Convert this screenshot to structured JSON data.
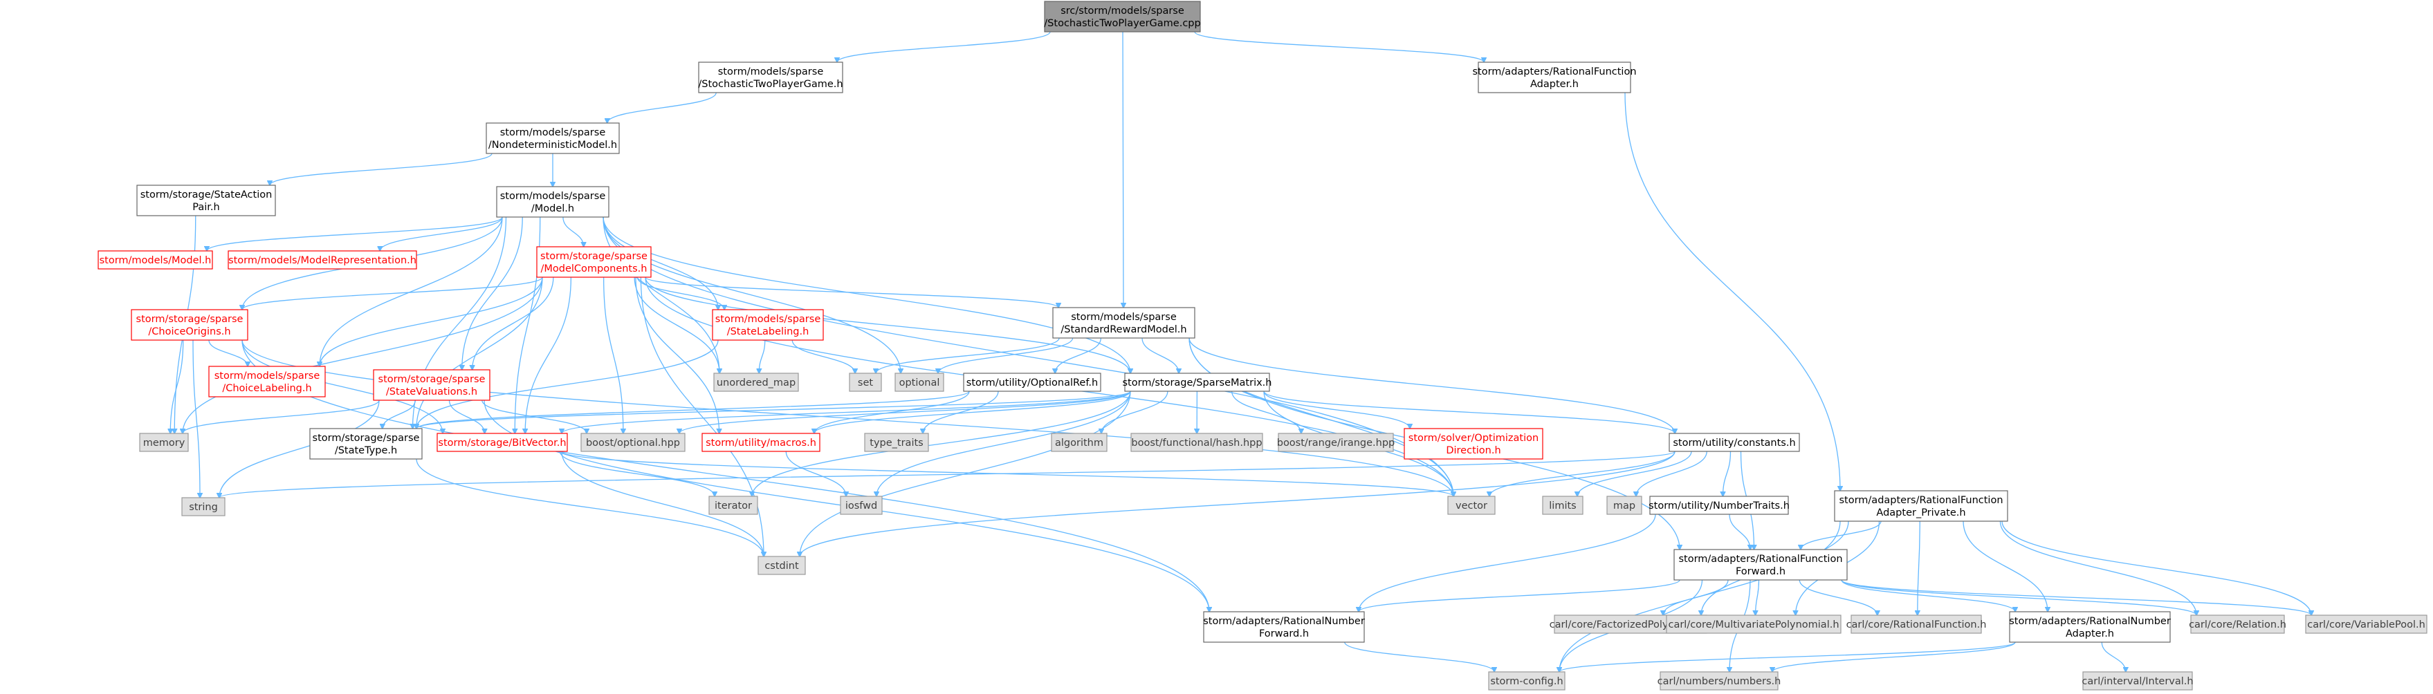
{
  "colors": {
    "edge": "#63b8ff",
    "root_fill": "#999999",
    "system_fill": "#e0e0e0",
    "missing_border": "#ff0000"
  },
  "nodes": [
    {
      "id": "root",
      "kind": "root",
      "lines": [
        "src/storm/models/sparse",
        "/StochasticTwoPlayerGame.cpp"
      ]
    },
    {
      "id": "stpg_h",
      "kind": "normal",
      "lines": [
        "storm/models/sparse",
        "/StochasticTwoPlayerGame.h"
      ]
    },
    {
      "id": "rf_adapter",
      "kind": "normal",
      "lines": [
        "storm/adapters/RationalFunction",
        "Adapter.h"
      ]
    },
    {
      "id": "nondet",
      "kind": "normal",
      "lines": [
        "storm/models/sparse",
        "/NondeterministicModel.h"
      ]
    },
    {
      "id": "state_action",
      "kind": "normal",
      "lines": [
        "storm/storage/StateAction",
        "Pair.h"
      ]
    },
    {
      "id": "model_h",
      "kind": "normal",
      "lines": [
        "storm/models/sparse",
        "/Model.h"
      ]
    },
    {
      "id": "models_model",
      "kind": "red",
      "lines": [
        "storm/models/Model.h"
      ]
    },
    {
      "id": "model_rep",
      "kind": "red",
      "lines": [
        "storm/models/ModelRepresentation.h"
      ]
    },
    {
      "id": "model_comp",
      "kind": "red",
      "lines": [
        "storm/storage/sparse",
        "/ModelComponents.h"
      ]
    },
    {
      "id": "choice_origins",
      "kind": "red",
      "lines": [
        "storm/storage/sparse",
        "/ChoiceOrigins.h"
      ]
    },
    {
      "id": "choice_label",
      "kind": "red",
      "lines": [
        "storm/models/sparse",
        "/ChoiceLabeling.h"
      ]
    },
    {
      "id": "state_labeling",
      "kind": "red",
      "lines": [
        "storm/models/sparse",
        "/StateLabeling.h"
      ]
    },
    {
      "id": "state_val",
      "kind": "red",
      "lines": [
        "storm/storage/sparse",
        "/StateValuations.h"
      ]
    },
    {
      "id": "std_reward",
      "kind": "normal",
      "lines": [
        "storm/models/sparse",
        "/StandardRewardModel.h"
      ]
    },
    {
      "id": "rfa_private",
      "kind": "normal",
      "lines": [
        "storm/adapters/RationalFunction",
        "Adapter_Private.h"
      ]
    },
    {
      "id": "unordered_map",
      "kind": "system",
      "lines": [
        "unordered_map"
      ]
    },
    {
      "id": "set",
      "kind": "system",
      "lines": [
        "set"
      ]
    },
    {
      "id": "optional",
      "kind": "system",
      "lines": [
        "optional"
      ]
    },
    {
      "id": "optionalref",
      "kind": "normal",
      "lines": [
        "storm/utility/OptionalRef.h"
      ]
    },
    {
      "id": "sparse_matrix",
      "kind": "normal",
      "lines": [
        "storm/storage/SparseMatrix.h"
      ]
    },
    {
      "id": "memory",
      "kind": "system",
      "lines": [
        "memory"
      ]
    },
    {
      "id": "state_type",
      "kind": "normal",
      "lines": [
        "storm/storage/sparse",
        "/StateType.h"
      ]
    },
    {
      "id": "bitvector",
      "kind": "red",
      "lines": [
        "storm/storage/BitVector.h"
      ]
    },
    {
      "id": "boost_optional",
      "kind": "system",
      "lines": [
        "boost/optional.hpp"
      ]
    },
    {
      "id": "macros",
      "kind": "red",
      "lines": [
        "storm/utility/macros.h"
      ]
    },
    {
      "id": "type_traits",
      "kind": "system",
      "lines": [
        "type_traits"
      ]
    },
    {
      "id": "algorithm",
      "kind": "system",
      "lines": [
        "algorithm"
      ]
    },
    {
      "id": "boost_hash",
      "kind": "system",
      "lines": [
        "boost/functional/hash.hpp"
      ]
    },
    {
      "id": "boost_irange",
      "kind": "system",
      "lines": [
        "boost/range/irange.hpp"
      ]
    },
    {
      "id": "opt_direction",
      "kind": "red",
      "lines": [
        "storm/solver/Optimization",
        "Direction.h"
      ]
    },
    {
      "id": "constants",
      "kind": "normal",
      "lines": [
        "storm/utility/constants.h"
      ]
    },
    {
      "id": "string",
      "kind": "system",
      "lines": [
        "string"
      ]
    },
    {
      "id": "iterator",
      "kind": "system",
      "lines": [
        "iterator"
      ]
    },
    {
      "id": "iosfwd",
      "kind": "system",
      "lines": [
        "iosfwd"
      ]
    },
    {
      "id": "vector",
      "kind": "system",
      "lines": [
        "vector"
      ]
    },
    {
      "id": "limits",
      "kind": "system",
      "lines": [
        "limits"
      ]
    },
    {
      "id": "map",
      "kind": "system",
      "lines": [
        "map"
      ]
    },
    {
      "id": "number_traits",
      "kind": "normal",
      "lines": [
        "storm/utility/NumberTraits.h"
      ]
    },
    {
      "id": "cstdint",
      "kind": "system",
      "lines": [
        "cstdint"
      ]
    },
    {
      "id": "rf_forward",
      "kind": "normal",
      "lines": [
        "storm/adapters/RationalFunction",
        "Forward.h"
      ]
    },
    {
      "id": "rn_forward",
      "kind": "normal",
      "lines": [
        "storm/adapters/RationalNumber",
        "Forward.h"
      ]
    },
    {
      "id": "factorized",
      "kind": "system",
      "lines": [
        "carl/core/FactorizedPolynomial.h"
      ]
    },
    {
      "id": "multivariate",
      "kind": "system",
      "lines": [
        "carl/core/MultivariatePolynomial.h"
      ]
    },
    {
      "id": "rational_function",
      "kind": "system",
      "lines": [
        "carl/core/RationalFunction.h"
      ]
    },
    {
      "id": "rn_adapter",
      "kind": "normal",
      "lines": [
        "storm/adapters/RationalNumber",
        "Adapter.h"
      ]
    },
    {
      "id": "relation",
      "kind": "system",
      "lines": [
        "carl/core/Relation.h"
      ]
    },
    {
      "id": "variable_pool",
      "kind": "system",
      "lines": [
        "carl/core/VariablePool.h"
      ]
    },
    {
      "id": "storm_config",
      "kind": "system",
      "lines": [
        "storm-config.h"
      ]
    },
    {
      "id": "numbers",
      "kind": "system",
      "lines": [
        "carl/numbers/numbers.h"
      ]
    },
    {
      "id": "interval",
      "kind": "system",
      "lines": [
        "carl/interval/Interval.h"
      ]
    }
  ],
  "edges": [
    [
      "root",
      "stpg_h"
    ],
    [
      "root",
      "std_reward"
    ],
    [
      "root",
      "rf_adapter"
    ],
    [
      "stpg_h",
      "nondet"
    ],
    [
      "rf_adapter",
      "rfa_private"
    ],
    [
      "nondet",
      "state_action"
    ],
    [
      "nondet",
      "model_h"
    ],
    [
      "state_action",
      "memory"
    ],
    [
      "model_h",
      "models_model"
    ],
    [
      "model_h",
      "model_rep"
    ],
    [
      "model_h",
      "model_comp"
    ],
    [
      "model_h",
      "choice_origins"
    ],
    [
      "model_h",
      "choice_label"
    ],
    [
      "model_h",
      "state_labeling"
    ],
    [
      "model_h",
      "state_val"
    ],
    [
      "model_h",
      "unordered_map"
    ],
    [
      "model_h",
      "optional"
    ],
    [
      "model_h",
      "sparse_matrix"
    ],
    [
      "model_h",
      "state_type"
    ],
    [
      "model_h",
      "bitvector"
    ],
    [
      "model_h",
      "vector"
    ],
    [
      "model_comp",
      "choice_origins"
    ],
    [
      "model_comp",
      "choice_label"
    ],
    [
      "model_comp",
      "state_labeling"
    ],
    [
      "model_comp",
      "state_val"
    ],
    [
      "model_comp",
      "std_reward"
    ],
    [
      "model_comp",
      "sparse_matrix"
    ],
    [
      "model_comp",
      "unordered_map"
    ],
    [
      "model_comp",
      "memory"
    ],
    [
      "model_comp",
      "bitvector"
    ],
    [
      "model_comp",
      "boost_optional"
    ],
    [
      "model_comp",
      "macros"
    ],
    [
      "model_comp",
      "vector"
    ],
    [
      "model_comp",
      "state_type"
    ],
    [
      "model_comp",
      "cstdint"
    ],
    [
      "choice_origins",
      "choice_label"
    ],
    [
      "choice_origins",
      "string"
    ],
    [
      "choice_origins",
      "bitvector"
    ],
    [
      "choice_origins",
      "memory"
    ],
    [
      "choice_origins",
      "vector"
    ],
    [
      "choice_origins",
      "rn_forward"
    ],
    [
      "state_labeling",
      "unordered_map"
    ],
    [
      "state_labeling",
      "set"
    ],
    [
      "state_labeling",
      "state_type"
    ],
    [
      "state_val",
      "state_type"
    ],
    [
      "state_val",
      "bitvector"
    ],
    [
      "state_val",
      "boost_optional"
    ],
    [
      "state_val",
      "string"
    ],
    [
      "state_val",
      "memory"
    ],
    [
      "state_val",
      "rn_forward"
    ],
    [
      "std_reward",
      "set"
    ],
    [
      "std_reward",
      "optional"
    ],
    [
      "std_reward",
      "optionalref"
    ],
    [
      "std_reward",
      "sparse_matrix"
    ],
    [
      "std_reward",
      "constants"
    ],
    [
      "std_reward",
      "rf_forward"
    ],
    [
      "std_reward",
      "vector"
    ],
    [
      "optionalref",
      "type_traits"
    ],
    [
      "optionalref",
      "macros"
    ],
    [
      "optionalref",
      "state_type"
    ],
    [
      "sparse_matrix",
      "bitvector"
    ],
    [
      "sparse_matrix",
      "boost_optional"
    ],
    [
      "sparse_matrix",
      "algorithm"
    ],
    [
      "sparse_matrix",
      "boost_hash"
    ],
    [
      "sparse_matrix",
      "boost_irange"
    ],
    [
      "sparse_matrix",
      "opt_direction"
    ],
    [
      "sparse_matrix",
      "constants"
    ],
    [
      "sparse_matrix",
      "macros"
    ],
    [
      "sparse_matrix",
      "iterator"
    ],
    [
      "sparse_matrix",
      "iosfwd"
    ],
    [
      "sparse_matrix",
      "vector"
    ],
    [
      "sparse_matrix",
      "cstdint"
    ],
    [
      "sparse_matrix",
      "state_type"
    ],
    [
      "state_type",
      "cstdint"
    ],
    [
      "bitvector",
      "cstdint"
    ],
    [
      "bitvector",
      "iterator"
    ],
    [
      "bitvector",
      "vector"
    ],
    [
      "macros",
      "iosfwd"
    ],
    [
      "constants",
      "string"
    ],
    [
      "constants",
      "vector"
    ],
    [
      "constants",
      "limits"
    ],
    [
      "constants",
      "map"
    ],
    [
      "constants",
      "cstdint"
    ],
    [
      "constants",
      "number_traits"
    ],
    [
      "constants",
      "rf_forward"
    ],
    [
      "number_traits",
      "rf_forward"
    ],
    [
      "number_traits",
      "rn_forward"
    ],
    [
      "rfa_private",
      "rf_forward"
    ],
    [
      "rfa_private",
      "factorized"
    ],
    [
      "rfa_private",
      "multivariate"
    ],
    [
      "rfa_private",
      "rational_function"
    ],
    [
      "rfa_private",
      "rn_adapter"
    ],
    [
      "rfa_private",
      "relation"
    ],
    [
      "rfa_private",
      "variable_pool"
    ],
    [
      "rfa_private",
      "storm_config"
    ],
    [
      "rf_forward",
      "rn_forward"
    ],
    [
      "rf_forward",
      "factorized"
    ],
    [
      "rf_forward",
      "multivariate"
    ],
    [
      "rf_forward",
      "rational_function"
    ],
    [
      "rf_forward",
      "rn_adapter"
    ],
    [
      "rf_forward",
      "relation"
    ],
    [
      "rf_forward",
      "variable_pool"
    ],
    [
      "rf_forward",
      "storm_config"
    ],
    [
      "rf_forward",
      "numbers"
    ],
    [
      "rn_forward",
      "storm_config"
    ],
    [
      "rn_adapter",
      "storm_config"
    ],
    [
      "rn_adapter",
      "numbers"
    ],
    [
      "rn_adapter",
      "interval"
    ]
  ]
}
